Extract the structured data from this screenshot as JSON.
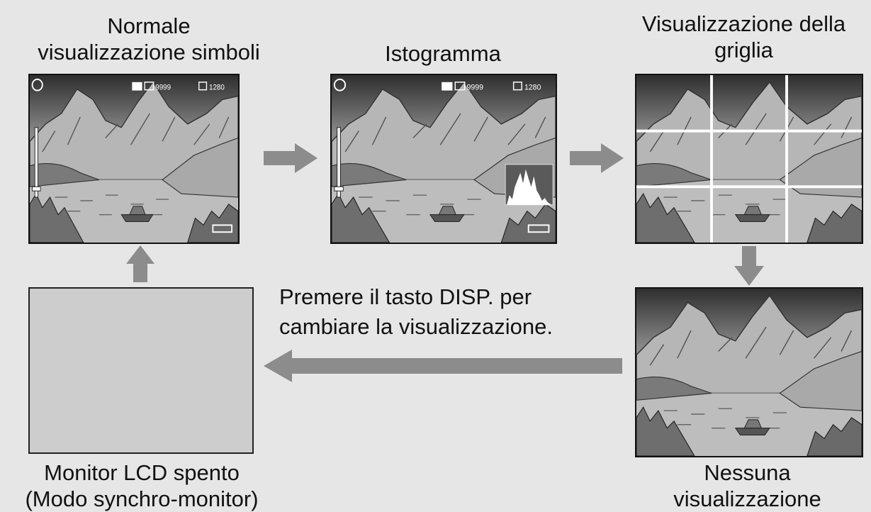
{
  "labels": {
    "normal": [
      "Normale",
      "visualizzazione simboli"
    ],
    "histogram": [
      "Istogramma"
    ],
    "grid": [
      "Visualizzazione della",
      "griglia"
    ],
    "none": [
      "Nessuna",
      "visualizzazione"
    ],
    "lcd_off": [
      "Monitor LCD spento",
      "(Modo synchro-monitor)"
    ]
  },
  "instruction": [
    "Premere il tasto DISP. per",
    "cambiare la visualizzazione."
  ],
  "osd": {
    "shots_remaining": "9999",
    "resolution": "1280"
  },
  "flow": [
    "normal",
    "histogram",
    "grid",
    "none",
    "lcd_off",
    "normal"
  ],
  "colors": {
    "background": "#e6e6e6",
    "arrow": "#8c8c8c",
    "monitor_off": "#cdcdcd",
    "grid_lines": "#ffffff"
  }
}
